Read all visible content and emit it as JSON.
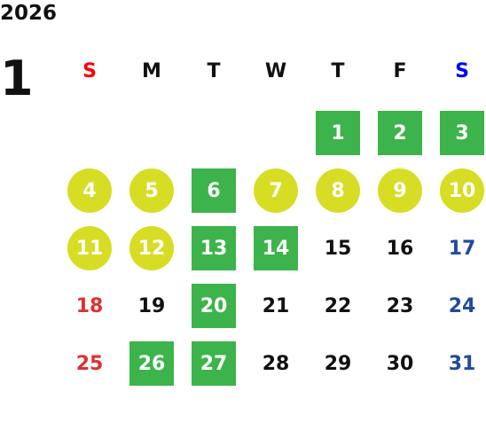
{
  "calendar": {
    "year": "2026",
    "month": "1",
    "weekdays": [
      "S",
      "M",
      "T",
      "W",
      "T",
      "F",
      "S"
    ],
    "first_weekday_index": 4,
    "days": [
      {
        "d": "1",
        "mark": "green"
      },
      {
        "d": "2",
        "mark": "green"
      },
      {
        "d": "3",
        "mark": "green"
      },
      {
        "d": "4",
        "mark": "yellow"
      },
      {
        "d": "5",
        "mark": "yellow"
      },
      {
        "d": "6",
        "mark": "green"
      },
      {
        "d": "7",
        "mark": "yellow"
      },
      {
        "d": "8",
        "mark": "yellow"
      },
      {
        "d": "9",
        "mark": "yellow"
      },
      {
        "d": "10",
        "mark": "yellow"
      },
      {
        "d": "11",
        "mark": "yellow"
      },
      {
        "d": "12",
        "mark": "yellow"
      },
      {
        "d": "13",
        "mark": "green"
      },
      {
        "d": "14",
        "mark": "green"
      },
      {
        "d": "15",
        "mark": ""
      },
      {
        "d": "16",
        "mark": ""
      },
      {
        "d": "17",
        "mark": ""
      },
      {
        "d": "18",
        "mark": ""
      },
      {
        "d": "19",
        "mark": ""
      },
      {
        "d": "20",
        "mark": "green"
      },
      {
        "d": "21",
        "mark": ""
      },
      {
        "d": "22",
        "mark": ""
      },
      {
        "d": "23",
        "mark": ""
      },
      {
        "d": "24",
        "mark": ""
      },
      {
        "d": "25",
        "mark": ""
      },
      {
        "d": "26",
        "mark": "green"
      },
      {
        "d": "27",
        "mark": "green"
      },
      {
        "d": "28",
        "mark": ""
      },
      {
        "d": "29",
        "mark": ""
      },
      {
        "d": "30",
        "mark": ""
      },
      {
        "d": "31",
        "mark": ""
      }
    ]
  },
  "colors": {
    "green": "#3cb44b",
    "yellow": "#d7dd24",
    "sunday_header": "#ff0000",
    "saturday_header": "#0000ff",
    "sunday_date": "#e03030",
    "saturday_date": "#1f4aa0",
    "text": "#111111"
  }
}
